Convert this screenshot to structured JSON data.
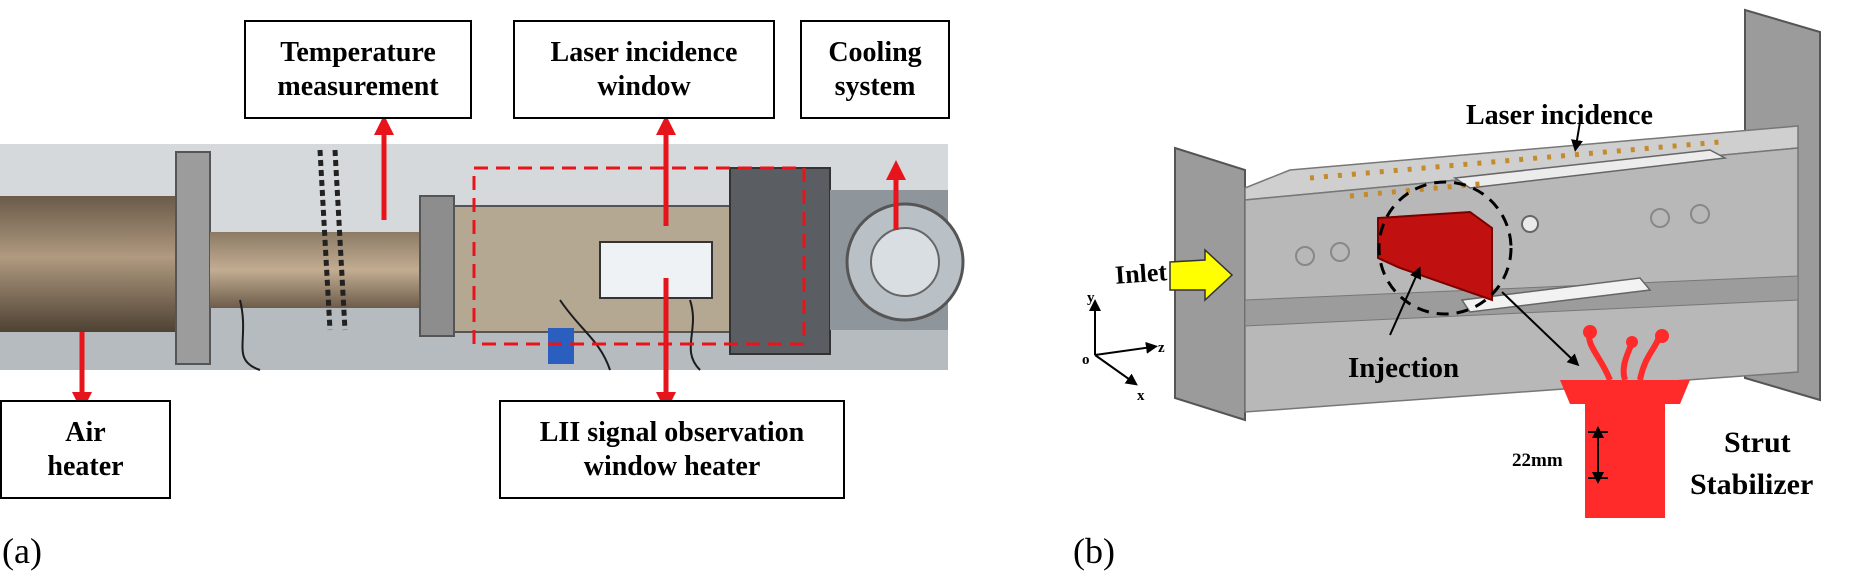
{
  "panel_a": {
    "label": "(a)",
    "boxes": {
      "temperature": [
        "Temperature",
        "measurement"
      ],
      "laser_window": [
        "Laser incidence",
        "window"
      ],
      "cooling": [
        "Cooling",
        "system"
      ],
      "air_heater": [
        "Air",
        "heater"
      ],
      "lii_window": [
        "LII signal observation",
        "window heater"
      ]
    }
  },
  "panel_b": {
    "label": "(b)",
    "inlet": "Inlet",
    "laser_incidence": "Laser incidence",
    "injection": "Injection",
    "strut_line1": "Strut",
    "strut_line2": "Stabilizer",
    "dimension": "22mm",
    "axes": {
      "y": "y",
      "z": "z",
      "x": "x",
      "origin": "o"
    }
  },
  "colors": {
    "arrow": "#e8141b",
    "strut": "#ff2a2a",
    "inlet": "#ffff00",
    "steel": "#a9a9a9"
  }
}
